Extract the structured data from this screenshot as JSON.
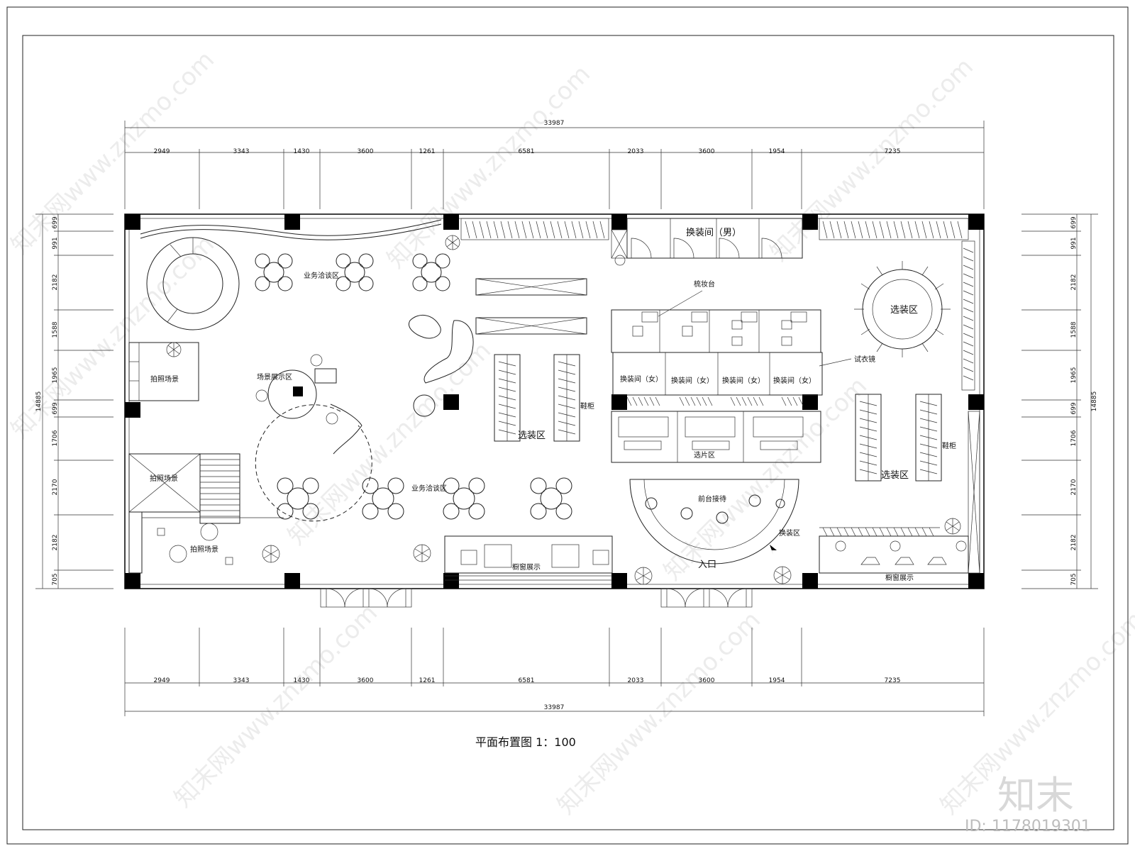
{
  "drawing": {
    "title": "平面布置图 1：100",
    "top_total": "33987",
    "bottom_total": "33987",
    "left_total": "14885",
    "right_total": "14885",
    "horizontal_dims": [
      "2949",
      "3343",
      "1430",
      "3600",
      "1261",
      "6581",
      "2033",
      "3600",
      "1954",
      "7235"
    ],
    "vertical_dims": [
      "699",
      "991",
      "2182",
      "1588",
      "1965",
      "699",
      "1706",
      "2170",
      "2182",
      "705"
    ]
  },
  "rooms": {
    "fitting_men": "换装间（男）",
    "makeup_table": "梳妆台",
    "select_area_1": "选装区",
    "select_area_2": "选装区",
    "select_area_3": "选装区",
    "business_top": "业务洽谈区",
    "business_bottom": "业务洽谈区",
    "scene_display": "场景展示区",
    "photo_1": "拍照场景",
    "photo_2": "拍照场景",
    "photo_3": "拍照场景",
    "fitting_women_1": "换装间（女）",
    "fitting_women_2": "换装间（女）",
    "fitting_women_3": "换装间（女）",
    "fitting_women_4": "换装间（女）",
    "shoe_cabinet_1": "鞋柜",
    "shoe_cabinet_2": "鞋柜",
    "mirror": "试衣镜",
    "photo_select": "选片区",
    "reception": "前台接待",
    "fitting_area": "换装区",
    "entrance": "入口",
    "window_display_1": "橱窗展示",
    "window_display_2": "橱窗展示"
  },
  "watermark": {
    "brand": "知末",
    "id": "ID: 1178019301",
    "site": "知末网www.znzmo.com"
  }
}
